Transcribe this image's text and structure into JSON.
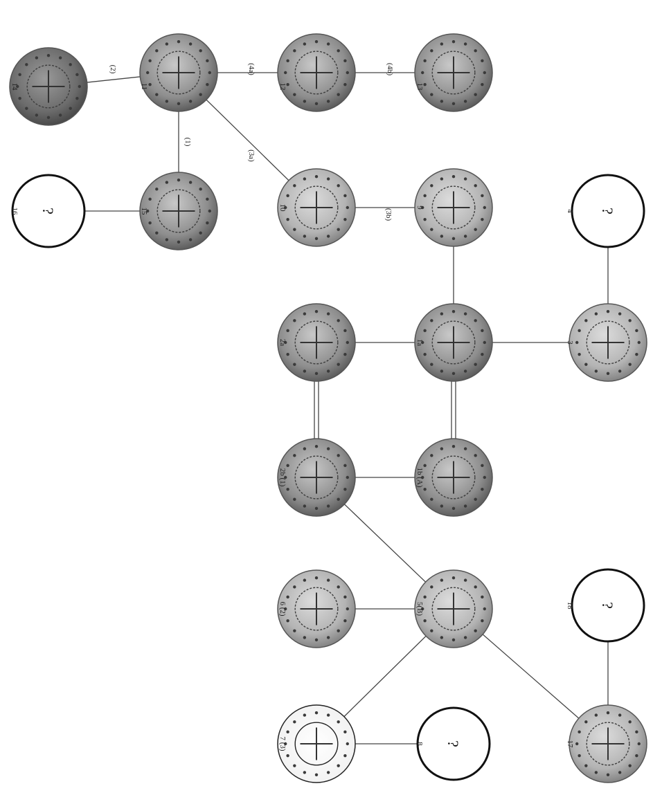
{
  "colors": {
    "line": "#444444",
    "coin_dark": "#6e6e6e",
    "coin_light": "#bdbdbd",
    "paper": "#ffffff"
  },
  "coins": [
    {
      "id": "14",
      "label": "14",
      "kind": "coin",
      "tone": "dark"
    },
    {
      "id": "11",
      "label": "11",
      "kind": "coin",
      "tone": "mid"
    },
    {
      "id": "12",
      "label": "12",
      "kind": "coin",
      "tone": "mid"
    },
    {
      "id": "13",
      "label": "13",
      "kind": "coin",
      "tone": "mid"
    },
    {
      "id": "16",
      "label": "16",
      "kind": "unknown",
      "mark": "?"
    },
    {
      "id": "15",
      "label": "15",
      "kind": "coin",
      "tone": "mid"
    },
    {
      "id": "10",
      "label": "10",
      "kind": "coin",
      "tone": "light"
    },
    {
      "id": "9",
      "label": "9",
      "kind": "coin",
      "tone": "light"
    },
    {
      "id": "4",
      "label": "4",
      "kind": "unknown",
      "mark": "?"
    },
    {
      "id": "2a",
      "label": "2a",
      "kind": "coin",
      "tone": "mid"
    },
    {
      "id": "1a",
      "label": "1a",
      "kind": "coin",
      "tone": "mid"
    },
    {
      "id": "3",
      "label": "3",
      "kind": "coin",
      "tone": "light"
    },
    {
      "id": "2b1",
      "label": "2b (1)",
      "kind": "coin",
      "tone": "mid"
    },
    {
      "id": "1bA",
      "label": "1b (A)",
      "kind": "coin",
      "tone": "mid"
    },
    {
      "id": "6_2",
      "label": "6 (2)",
      "kind": "coin",
      "tone": "light"
    },
    {
      "id": "5B",
      "label": "5(B)",
      "kind": "coin",
      "tone": "light"
    },
    {
      "id": "18",
      "label": "18",
      "kind": "unknown",
      "mark": "?"
    },
    {
      "id": "7_3",
      "label": "7 (3)",
      "kind": "coin",
      "tone": "white"
    },
    {
      "id": "8",
      "label": "8",
      "kind": "unknown",
      "mark": "?"
    },
    {
      "id": "17",
      "label": "17",
      "kind": "coin",
      "tone": "light"
    }
  ],
  "links": [
    {
      "from": "14",
      "to": "11",
      "label": "(2)",
      "style": "single"
    },
    {
      "from": "11",
      "to": "12",
      "label": "(4a)",
      "style": "single"
    },
    {
      "from": "12",
      "to": "13",
      "label": "(4b)",
      "style": "single"
    },
    {
      "from": "11",
      "to": "15",
      "label": "(1)",
      "style": "single"
    },
    {
      "from": "11",
      "to": "10",
      "label": "(3a)",
      "style": "single"
    },
    {
      "from": "16",
      "to": "15",
      "label": "",
      "style": "single"
    },
    {
      "from": "10",
      "to": "9",
      "label": "(3b)",
      "style": "single"
    },
    {
      "from": "9",
      "to": "1a",
      "label": "",
      "style": "single"
    },
    {
      "from": "4",
      "to": "3",
      "label": "",
      "style": "single"
    },
    {
      "from": "2a",
      "to": "1a",
      "label": "",
      "style": "single"
    },
    {
      "from": "1a",
      "to": "3",
      "label": "",
      "style": "single"
    },
    {
      "from": "2a",
      "to": "2b1",
      "label": "",
      "style": "double"
    },
    {
      "from": "1a",
      "to": "1bA",
      "label": "",
      "style": "double"
    },
    {
      "from": "2b1",
      "to": "1bA",
      "label": "",
      "style": "single"
    },
    {
      "from": "2b1",
      "to": "5B",
      "label": "",
      "style": "single"
    },
    {
      "from": "6_2",
      "to": "5B",
      "label": "",
      "style": "single"
    },
    {
      "from": "5B",
      "to": "7_3",
      "label": "",
      "style": "single"
    },
    {
      "from": "5B",
      "to": "17",
      "label": "",
      "style": "single"
    },
    {
      "from": "18",
      "to": "17",
      "label": "",
      "style": "single"
    },
    {
      "from": "7_3",
      "to": "8",
      "label": "",
      "style": "single"
    }
  ]
}
